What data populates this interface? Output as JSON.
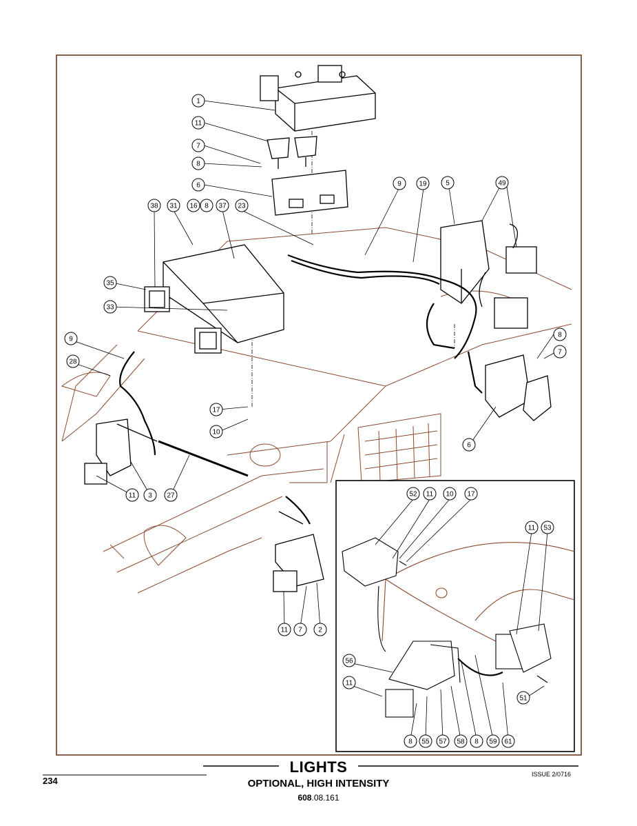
{
  "page": {
    "number": "234",
    "issue": "ISSUE 2/0716",
    "title": "LIGHTS",
    "subtitle": "OPTIONAL, HIGH INTENSITY",
    "code_bold": "608",
    "code_rest": ".08.161"
  },
  "callouts": [
    "1",
    "11",
    "7",
    "8",
    "6",
    "9",
    "19",
    "5",
    "49",
    "38",
    "31",
    "16",
    "8",
    "37",
    "23",
    "35",
    "33",
    "9",
    "28",
    "8",
    "7",
    "17",
    "10",
    "6",
    "11",
    "3",
    "27",
    "11",
    "7",
    "2",
    "52",
    "11",
    "10",
    "17",
    "11",
    "53",
    "56",
    "11",
    "51",
    "8",
    "55",
    "57",
    "58",
    "8",
    "59",
    "61"
  ],
  "colors": {
    "line": "#000000",
    "body_outline": "#8a4a2e",
    "frame": "#6a3a22"
  }
}
